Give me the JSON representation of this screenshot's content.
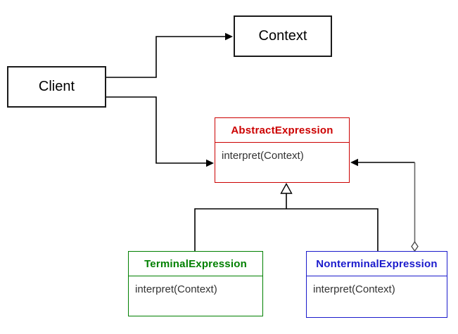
{
  "nodes": {
    "client": {
      "label": "Client"
    },
    "context": {
      "label": "Context"
    },
    "abstract": {
      "title": "AbstractExpression",
      "method": "interpret(Context)",
      "accent": "#cc0000"
    },
    "terminal": {
      "title": "TerminalExpression",
      "method": "interpret(Context)",
      "accent": "#008000"
    },
    "nonterminal": {
      "title": "NonterminalExpression",
      "method": "interpret(Context)",
      "accent": "#1a1acc"
    }
  },
  "edges": [
    {
      "from": "Client",
      "to": "Context",
      "type": "directed-association"
    },
    {
      "from": "Client",
      "to": "AbstractExpression",
      "type": "directed-association"
    },
    {
      "from": "TerminalExpression",
      "to": "AbstractExpression",
      "type": "generalization-hollow-triangle"
    },
    {
      "from": "NonterminalExpression",
      "to": "AbstractExpression",
      "type": "generalization-hollow-triangle"
    },
    {
      "from": "NonterminalExpression",
      "to": "AbstractExpression",
      "type": "aggregation-hollow-diamond-with-arrow"
    }
  ],
  "colors": {
    "line": "#000000",
    "aggregation_line": "#666666",
    "red_accent": "#cc0000",
    "green_accent": "#008000",
    "blue_accent": "#1a1acc",
    "method_text": "#333333",
    "background": "#ffffff"
  }
}
